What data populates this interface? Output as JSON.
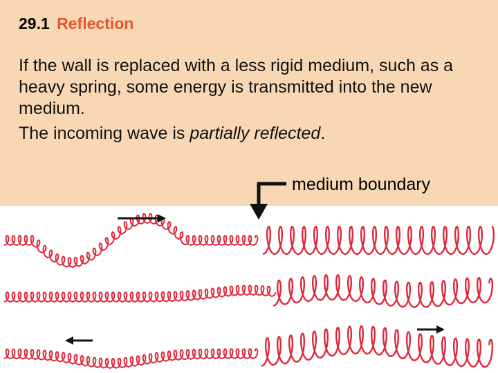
{
  "slide": {
    "section_number": "29.1",
    "section_title": "Reflection",
    "paragraph_1": "If the wall is replaced with a less rigid medium, such as a heavy spring, some energy is transmitted into the new medium.",
    "paragraph_2_prefix": "The incoming wave is ",
    "paragraph_2_emphasis": "partially reflected",
    "paragraph_2_suffix": "."
  },
  "figure": {
    "boundary_label": "medium boundary",
    "spring_color": "#e0283c",
    "panel_color": "#f8d8b4",
    "arrow_color": "#111111",
    "rows": [
      {
        "name": "incoming-pulse",
        "pulse_side": "left",
        "arrow_direction": "right"
      },
      {
        "name": "pulse-at-boundary",
        "pulse_side": "boundary",
        "arrow_direction": "none"
      },
      {
        "name": "reflected-and-transmitted",
        "pulse_side": "both",
        "arrow_direction": "left-and-right"
      }
    ]
  }
}
